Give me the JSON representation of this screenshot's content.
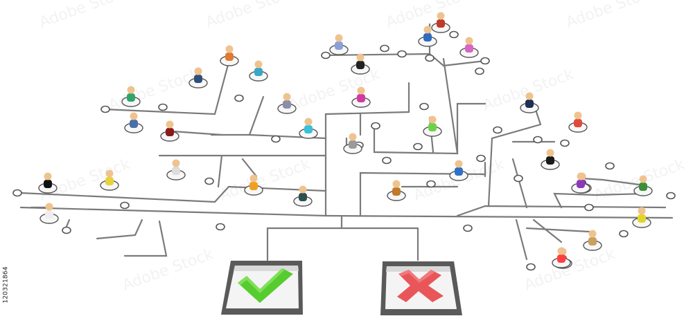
{
  "image": {
    "description_hidden": false,
    "stock_id": "120321864",
    "watermark": "Adobe Stock"
  },
  "colors": {
    "background": "#ffffff",
    "line": "#7a7a7a",
    "line_dark": "#555555",
    "node_fill": "#ffffff",
    "skin": "#efc38f",
    "frame": "#5a5a5a",
    "frame_inner": "#d9d9d9",
    "check": "#57cc2f",
    "cross": "#e9565a"
  },
  "icons": {
    "approve": "check-icon",
    "reject": "cross-icon",
    "person": "person-figure-icon"
  },
  "figures": [
    {
      "name": "figure-top-01",
      "body": "#c0392b"
    },
    {
      "name": "figure-top-02",
      "body": "#2f6bbf"
    },
    {
      "name": "figure-top-03",
      "body": "#d667c3"
    },
    {
      "name": "figure-top-04",
      "body": "#8aa0d8"
    },
    {
      "name": "figure-top-05",
      "body": "#222222"
    },
    {
      "name": "figure-top-06",
      "body": "#e07a30"
    },
    {
      "name": "figure-top-07",
      "body": "#3ba6c6"
    },
    {
      "name": "figure-top-08",
      "body": "#2f4f7a"
    },
    {
      "name": "figure-left-01",
      "body": "#2fa56b"
    },
    {
      "name": "figure-left-02",
      "body": "#4a6fa5"
    },
    {
      "name": "figure-left-03",
      "body": "#8b1a1a"
    },
    {
      "name": "figure-mid-01",
      "body": "#8d8da8"
    },
    {
      "name": "figure-mid-02",
      "body": "#d13aa0"
    },
    {
      "name": "figure-mid-03",
      "body": "#38c1d9"
    },
    {
      "name": "figure-mid-04",
      "body": "#9a9a9a"
    },
    {
      "name": "figure-mid-05",
      "body": "#6fd14a"
    },
    {
      "name": "figure-right-01",
      "body": "#1f2f55"
    },
    {
      "name": "figure-right-02",
      "body": "#e04a3a"
    },
    {
      "name": "figure-right-03",
      "body": "#1a1a1a"
    },
    {
      "name": "figure-right-04",
      "body": "#2e70c6"
    },
    {
      "name": "figure-right-05",
      "body": "#7a2fa0"
    },
    {
      "name": "figure-right-06",
      "body": "#3a8f3a"
    },
    {
      "name": "figure-right-07",
      "body": "#e2d52a"
    },
    {
      "name": "figure-right-08",
      "body": "#c8a060"
    },
    {
      "name": "figure-right-09",
      "body": "#e05050"
    },
    {
      "name": "figure-low-01",
      "body": "#111111"
    },
    {
      "name": "figure-low-02",
      "body": "#e8d23a"
    },
    {
      "name": "figure-low-03",
      "body": "#dddddd"
    },
    {
      "name": "figure-low-04",
      "body": "#f0a020"
    },
    {
      "name": "figure-low-05",
      "body": "#2c4f4f"
    },
    {
      "name": "figure-low-06",
      "body": "#c07a2a"
    },
    {
      "name": "figure-low-07",
      "body": "#8a3ab8"
    },
    {
      "name": "figure-low-08",
      "body": "#ff4040"
    },
    {
      "name": "figure-low-09",
      "body": "#eeeeee"
    }
  ]
}
